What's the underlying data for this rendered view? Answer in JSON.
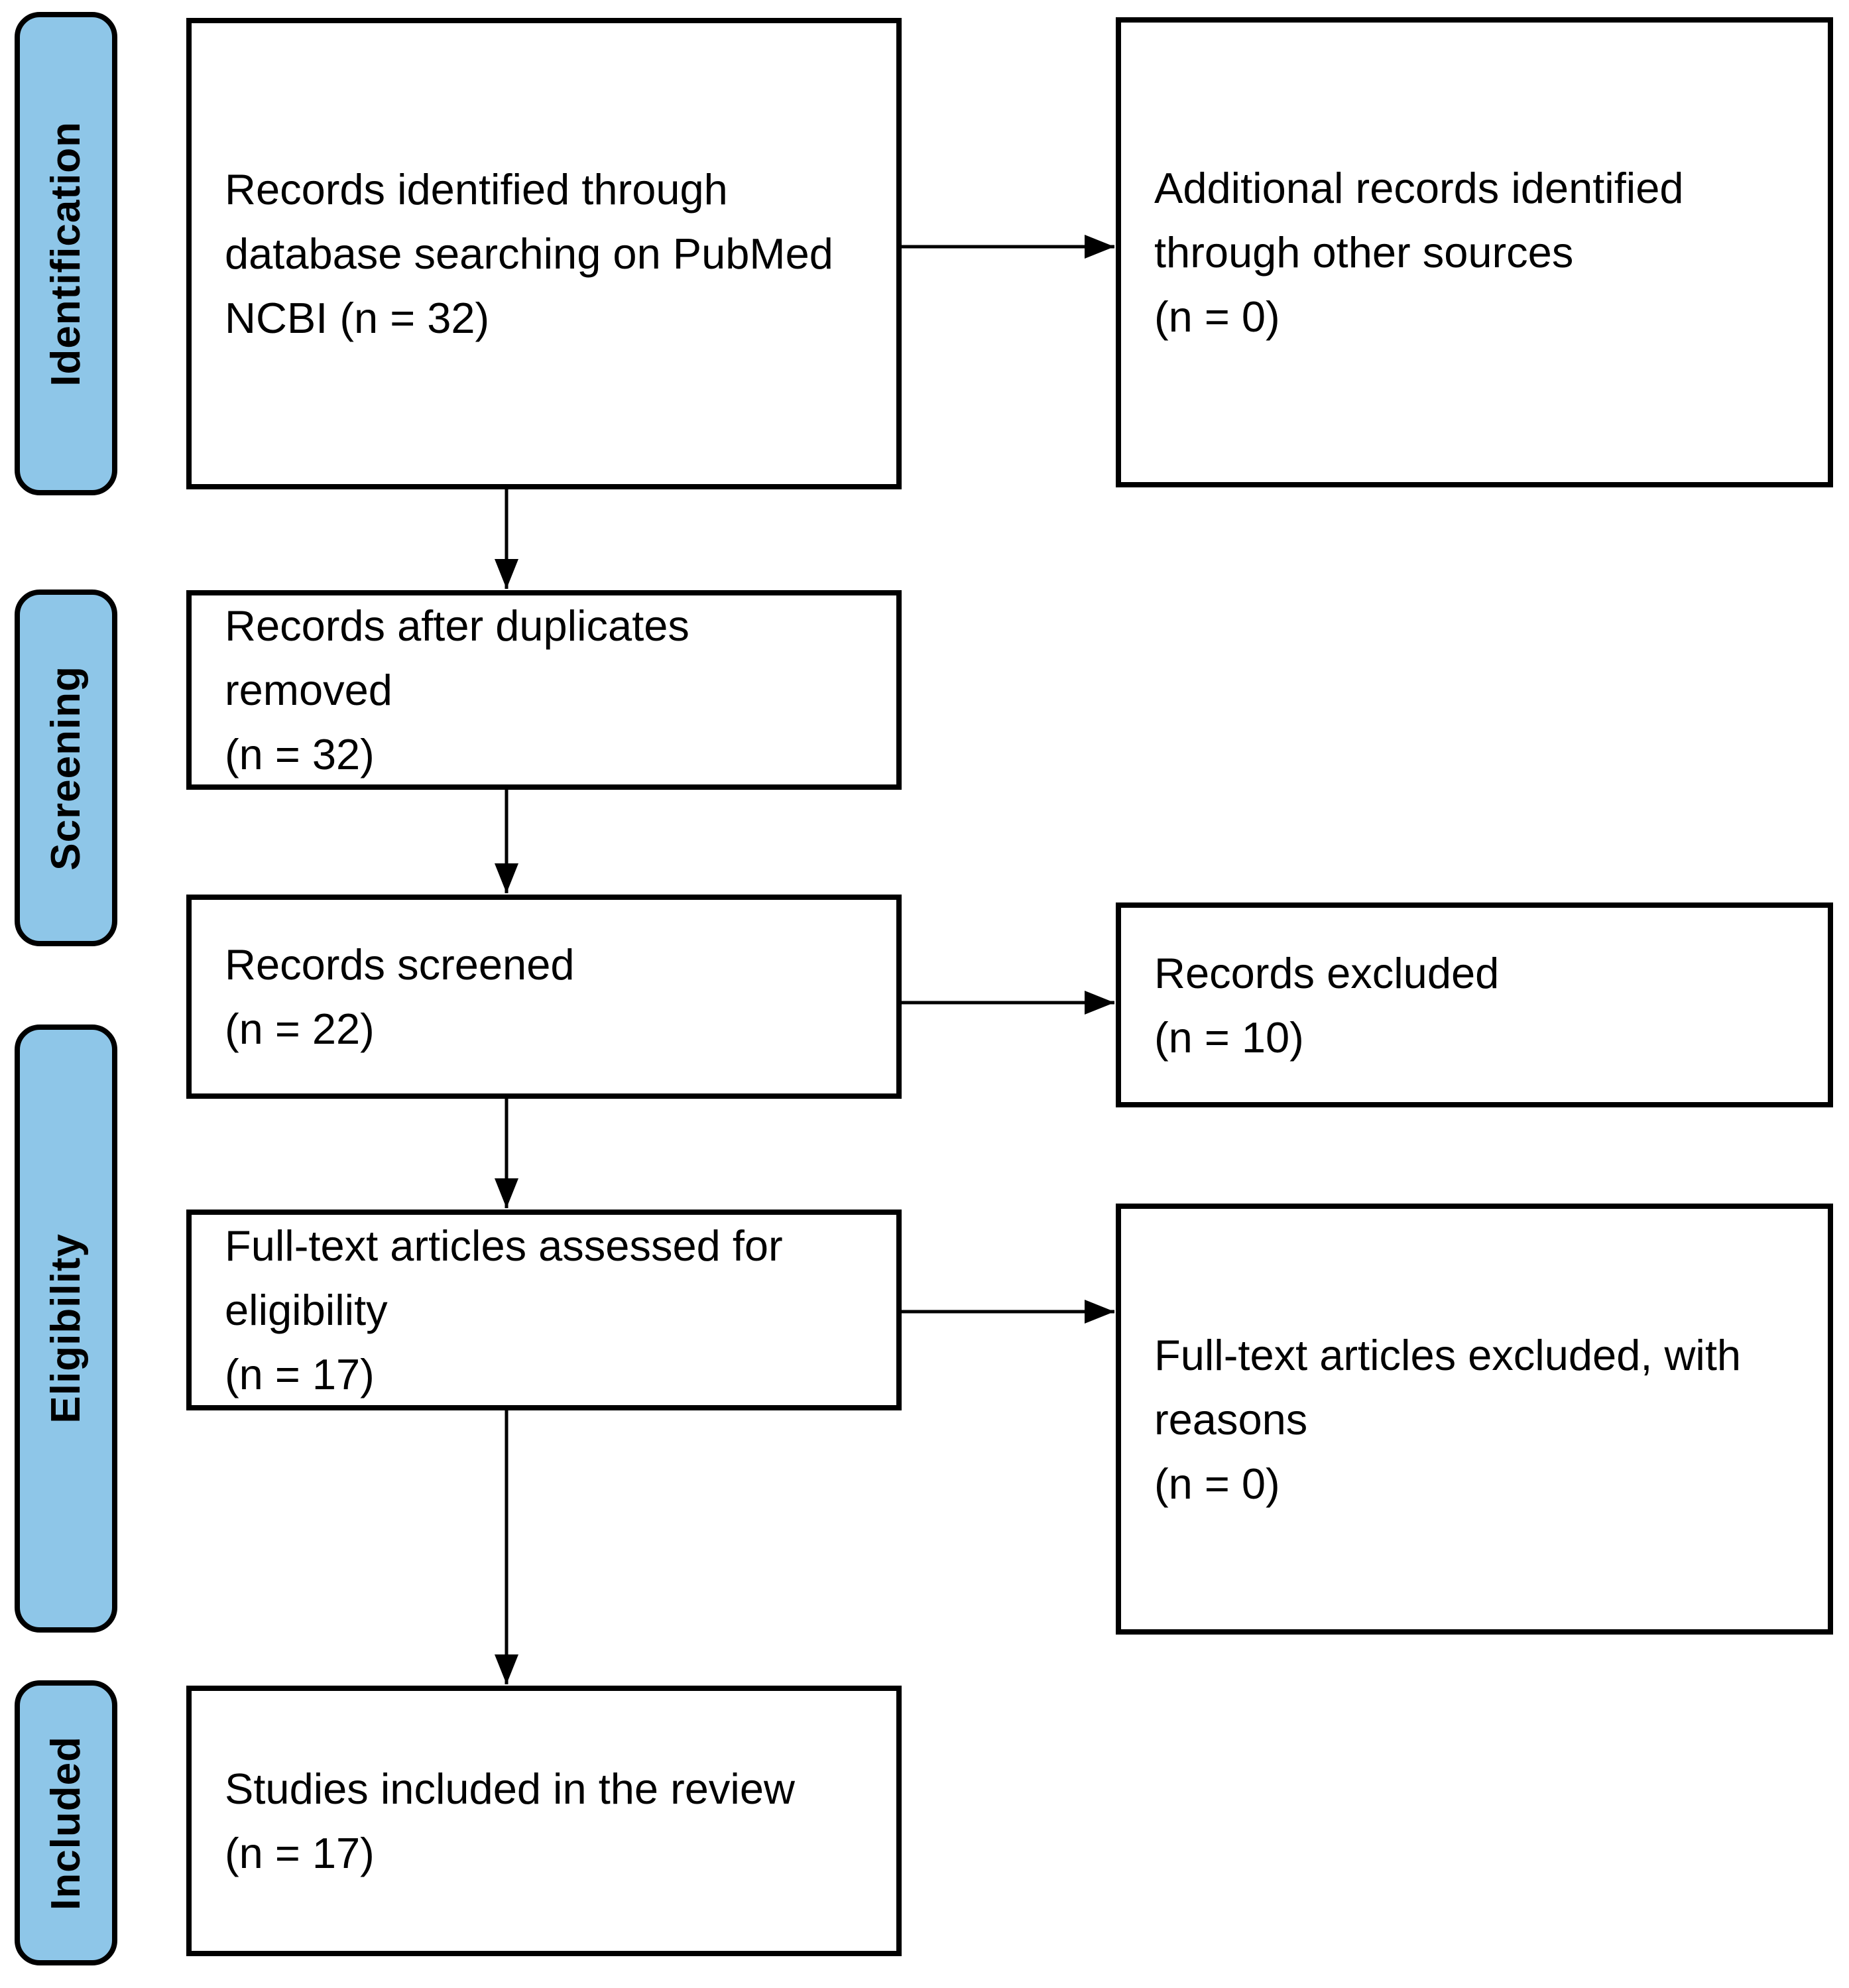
{
  "colors": {
    "stage_fill": "#8ec6e8",
    "box_fill": "#ffffff",
    "line_color": "#000000",
    "text_color": "#000000",
    "page_bg": "#ffffff"
  },
  "stages": [
    {
      "label": "Identification"
    },
    {
      "label": "Screening"
    },
    {
      "label": "Eligibility"
    },
    {
      "label": "Included"
    }
  ],
  "boxes": [
    {
      "name": "records-identified",
      "text": "Records identified through\ndatabase searching on PubMed\nNCBI (n = 32)",
      "count": 32
    },
    {
      "name": "additional-records",
      "text": "Additional records identified\nthrough other sources\n(n = 0)",
      "count": 0
    },
    {
      "name": "records-after-duplicates",
      "text": "Records after duplicates\nremoved\n(n = 32)",
      "count": 32
    },
    {
      "name": "records-screened",
      "text": "Records screened\n(n = 22)",
      "count": 22
    },
    {
      "name": "records-excluded",
      "text": "Records excluded\n(n = 10)",
      "count": 10
    },
    {
      "name": "fulltext-assessed",
      "text": "Full-text articles assessed for\neligibility\n(n = 17)",
      "count": 17
    },
    {
      "name": "fulltext-excluded",
      "text": "Full-text articles excluded, with\nreasons\n(n = 0)",
      "count": 0
    },
    {
      "name": "studies-included",
      "text": "Studies included in the review\n(n = 17)",
      "count": 17
    }
  ]
}
